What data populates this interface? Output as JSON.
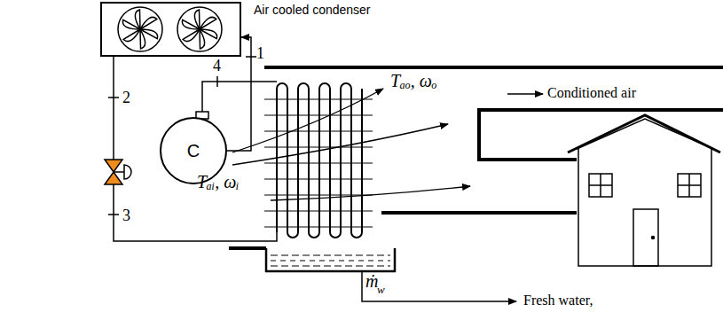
{
  "diagram": {
    "nodes": [
      {
        "text": [
          "Air cooled condenser"
        ]
      },
      {
        "text": [
          "C"
        ]
      }
    ],
    "edges": [
      {
        "from": 1,
        "to": 0,
        "arrow": "to",
        "label": "1"
      }
    ],
    "labels": [
      "2",
      "3",
      "4",
      "Tₐᵢ, ωᵢ",
      "Tₐₒ, ωₒ",
      "Conditioned air",
      "ṁ",
      "w",
      "Fresh water,"
    ]
  }
}
